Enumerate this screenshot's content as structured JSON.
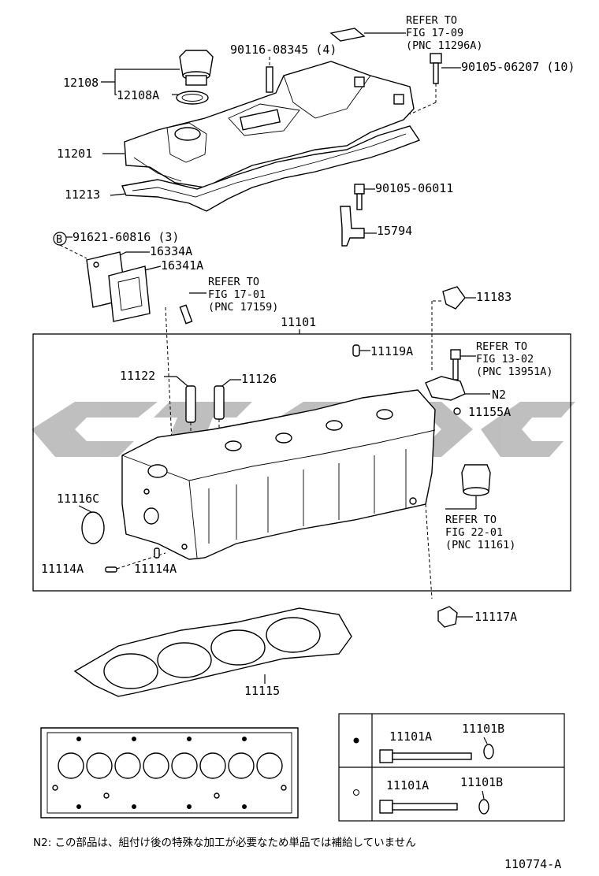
{
  "labels": {
    "refer_1709": [
      "REFER TO",
      "FIG 17-09",
      "(PNC 11296A)"
    ],
    "p90116": "90116-08345 (4)",
    "p90105_06207": "90105-06207 (10)",
    "p12108": "12108",
    "p12108A": "12108A",
    "p11201": "11201",
    "p11213": "11213",
    "p90105_06011": "90105-06011",
    "p15794": "15794",
    "circle_b": "B",
    "p91621": "91621-60816 (3)",
    "p16334A": "16334A",
    "p16341A": "16341A",
    "refer_1701": [
      "REFER TO",
      "FIG 17-01",
      "(PNC 17159)"
    ],
    "p11183": "11183",
    "p11101": "11101",
    "p11119A": "11119A",
    "refer_1302": [
      "REFER TO",
      "FIG 13-02",
      "(PNC 13951A)"
    ],
    "p11122": "11122",
    "p11126": "11126",
    "n2": "N2",
    "p11155A": "11155A",
    "p11116C": "11116C",
    "refer_2201": [
      "REFER TO",
      "FIG 22-01",
      "(PNC 11161)"
    ],
    "p11114A_left": "11114A",
    "p11114A_right": "11114A",
    "p11117A": "11117A",
    "p11115": "11115",
    "bolt_row1_a": "11101A",
    "bolt_row1_b": "11101B",
    "bolt_row2_a": "11101A",
    "bolt_row2_b": "11101B",
    "footnote": "N2: この部品は、組付け後の特殊な加工が必要なため単品では補給していません",
    "figure_code": "110774-A"
  }
}
